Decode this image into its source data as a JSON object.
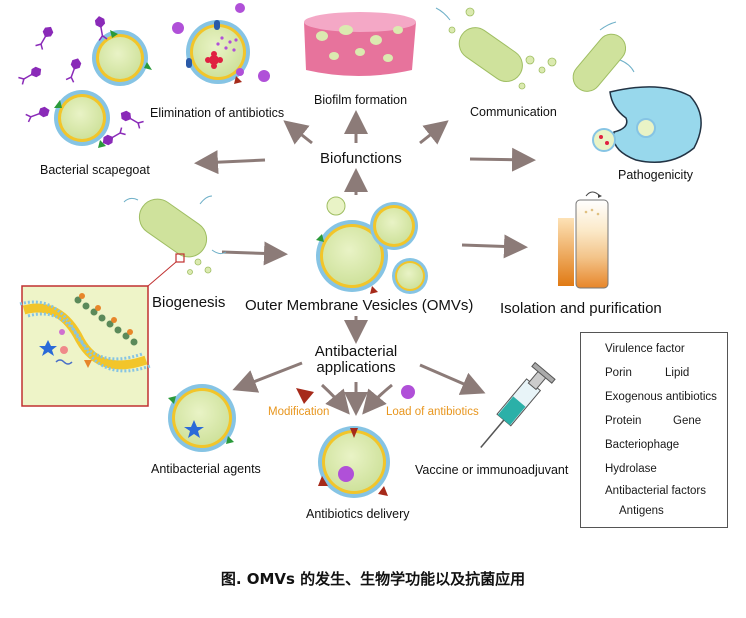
{
  "labels": {
    "elimination": "Elimination of antibiotics",
    "biofilm": "Biofilm formation",
    "communication": "Communication",
    "scapegoat": "Bacterial scapegoat",
    "biofunctions": "Biofunctions",
    "pathogenicity": "Pathogenicity",
    "biogenesis": "Biogenesis",
    "omvs": "Outer Membrane Vesicles (OMVs)",
    "isolation": "Isolation and purification",
    "antibacterial_apps": "Antibacterial applications",
    "modification": "Modification",
    "load": "Load of antibiotics",
    "antibacterial_agents": "Antibacterial agents",
    "antibiotics_delivery": "Antibiotics delivery",
    "vaccine": "Vaccine or immunoadjuvant"
  },
  "legend": {
    "virulence": "Virulence factor",
    "porin": "Porin",
    "lipid": "Lipid",
    "exogenous": "Exogenous antibiotics",
    "protein": "Protein",
    "gene": "Gene",
    "bacteriophage": "Bacteriophage",
    "hydrolase": "Hydrolase",
    "antibacterial_factors": "Antibacterial factors",
    "antigens": "Antigens"
  },
  "caption": "图. OMVs 的发生、生物学功能以及抗菌应用",
  "colors": {
    "vesicle_fill": "#dbeab0",
    "membrane_yellow": "#f2c52a",
    "membrane_blue": "#86c4e4",
    "arrow": "#8c7b78",
    "biofilm": "#e7739c",
    "host_cell": "#98d8ec",
    "orange_text": "#e8961e",
    "bacteriophage": "#8a2ab8",
    "exogenous": "#b050d8",
    "hydrolase": "#e02040",
    "star": "#2a6ad8",
    "antigen_green": "#2a9a3a",
    "antigen_red": "#a62a1a"
  },
  "icons": [
    "bacteriophage-icon",
    "porin-icon",
    "lipid-icon",
    "exogenous-antibiotic-icon",
    "protein-icon",
    "gene-icon",
    "hydrolase-icon",
    "star-icon",
    "antigen-icon",
    "syringe-icon",
    "test-tube-icon",
    "bacterium-icon",
    "host-cell-icon",
    "biofilm-icon"
  ]
}
